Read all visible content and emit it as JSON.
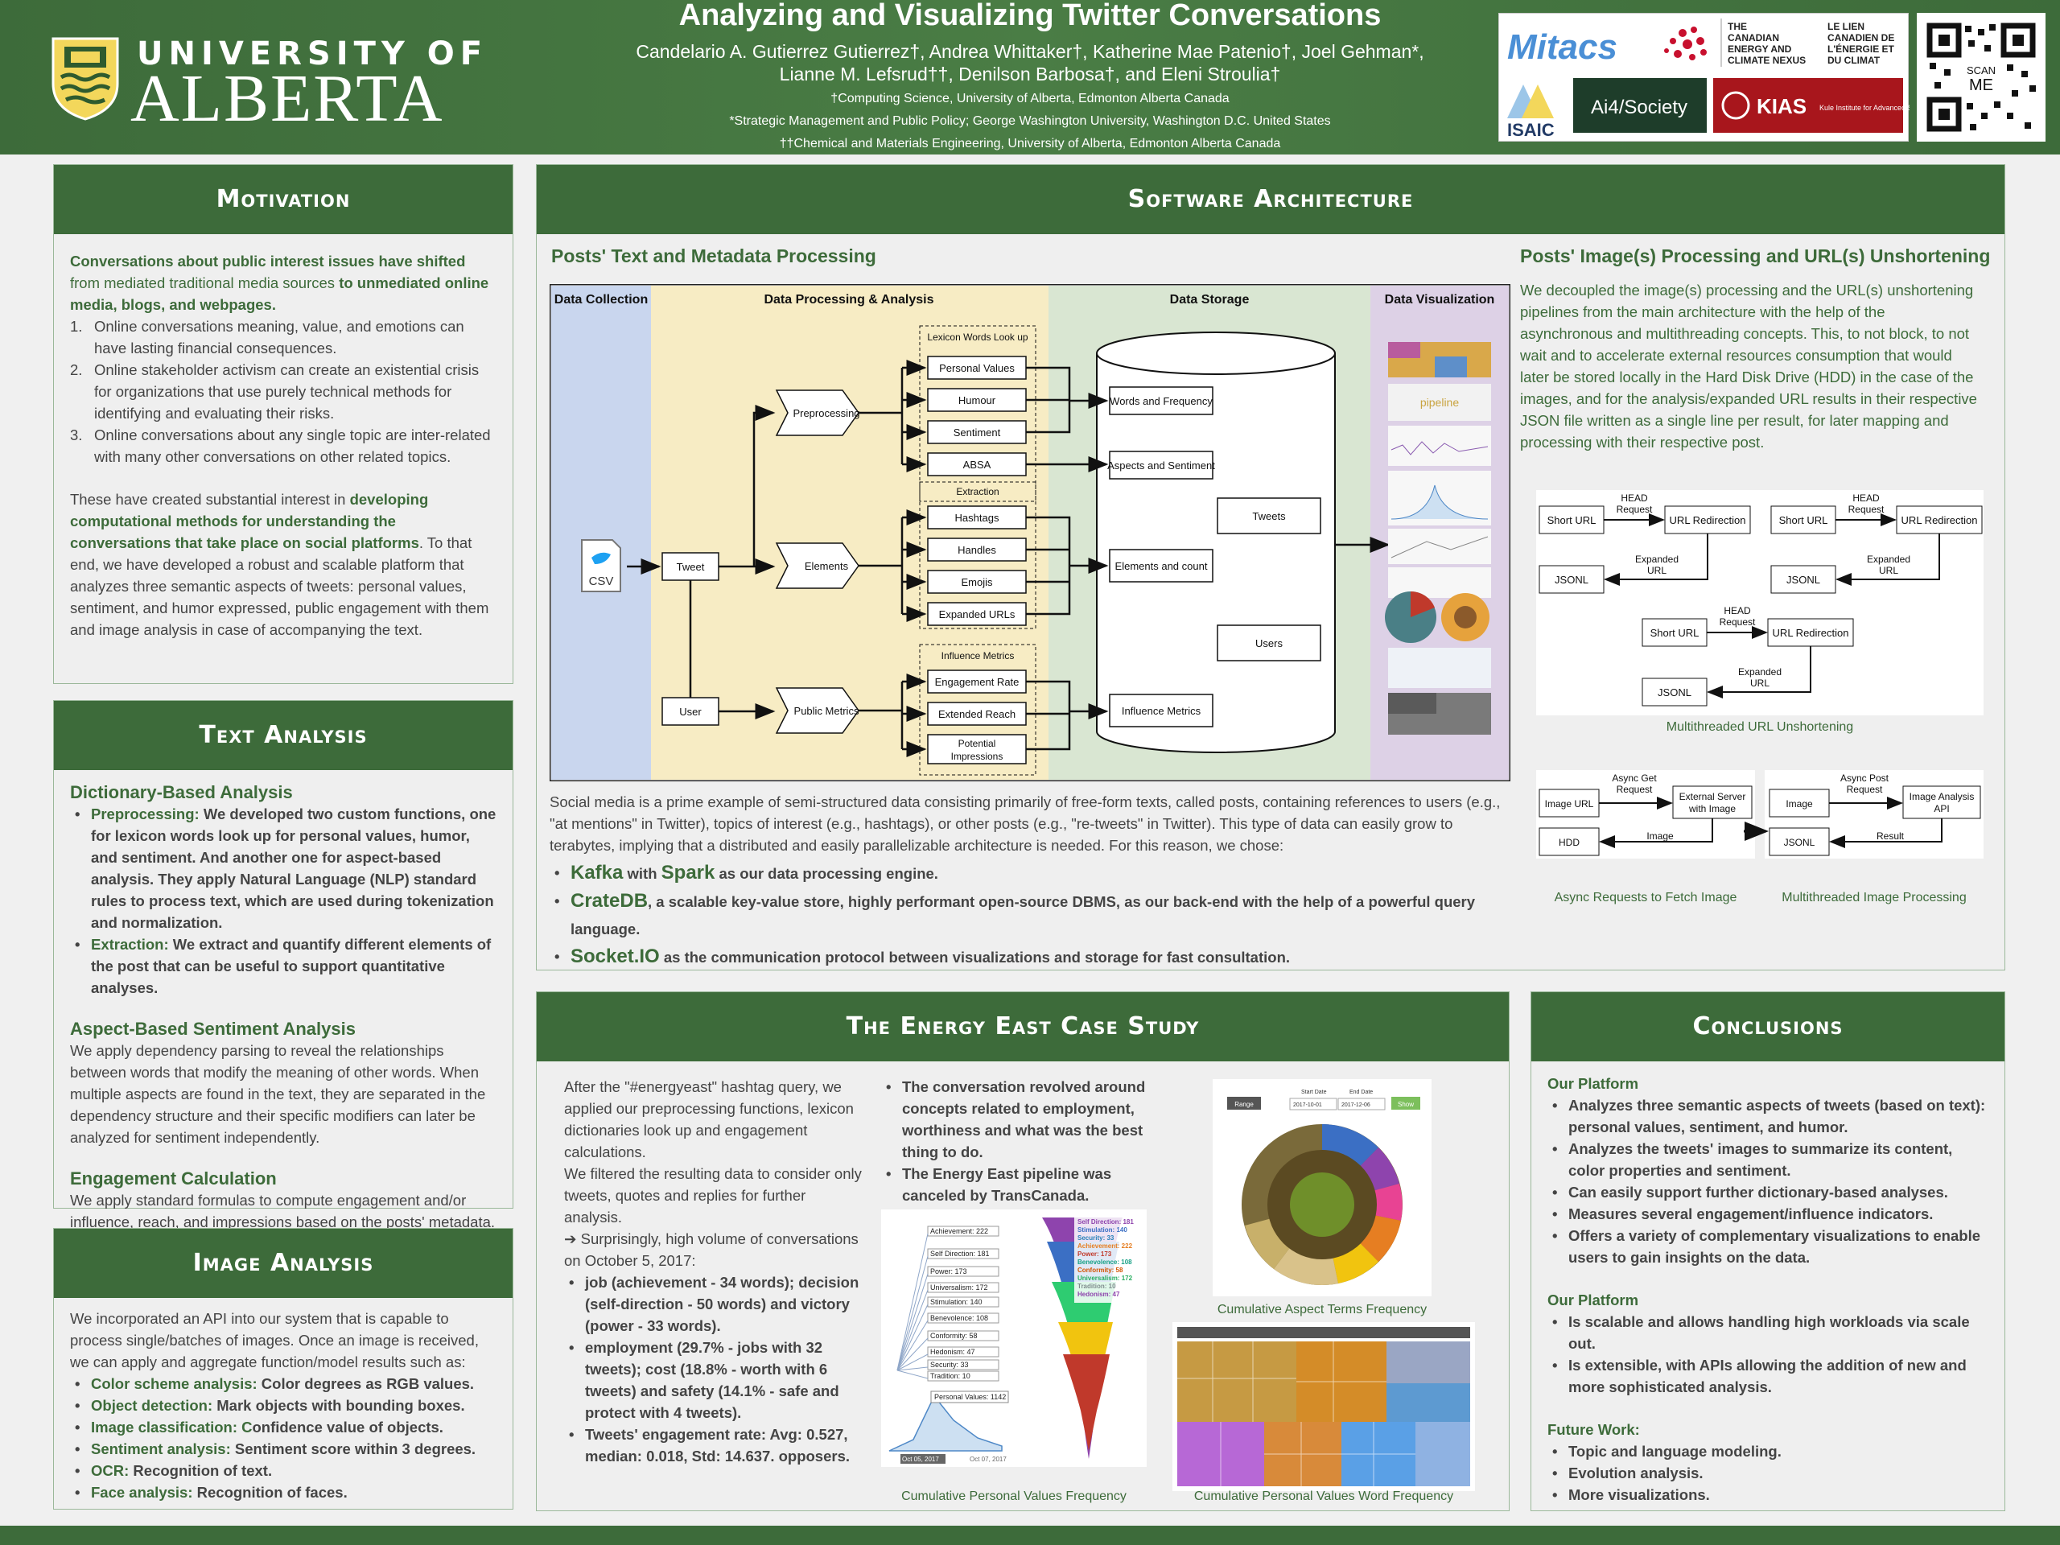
{
  "header": {
    "university_top": "UNIVERSITY OF",
    "university_main": "ALBERTA",
    "title": "Analyzing and Visualizing Twitter Conversations",
    "authors_line1": "Candelario A. Gutierrez Gutierrez†, Andrea Whittaker†, Katherine Mae Patenio†, Joel Gehman*,",
    "authors_line2": "Lianne M. Lefsrud††, Denilson Barbosa†, and Eleni Stroulia†",
    "affiliations": [
      "†Computing Science, University of Alberta, Edmonton Alberta Canada",
      "*Strategic Management and Public Policy; George Washington University, Washington D.C. United States",
      "††Chemical and Materials Engineering, University of Alberta, Edmonton Alberta Canada"
    ],
    "sponsors": {
      "mitacs": "Mitacs",
      "nexus_en": [
        "THE",
        "CANADIAN",
        "ENERGY AND",
        "CLIMATE NEXUS"
      ],
      "nexus_fr": [
        "LE LIEN",
        "CANADIEN DE",
        "L'ÉNERGIE ET",
        "DU CLIMAT"
      ],
      "isaic": "ISAIC",
      "ai4": "Ai4/Society",
      "kias": "KIAS",
      "kias_sub": "Kule Institute for Advanced Study"
    },
    "qr_label": [
      "SCAN",
      "ME"
    ]
  },
  "motivation": {
    "heading": "Motivation",
    "intro_bold1": "Conversations about public interest issues have shifted",
    "intro_plain": " from mediated  traditional media sources ",
    "intro_bold2": "to unmediated online media, blogs, and webpages.",
    "items": [
      "Online conversations meaning, value, and emotions can have lasting financial consequences.",
      "Online stakeholder activism can create an existential crisis for organizations that use purely technical methods for identifying and evaluating their risks.",
      "Online conversations about any single topic are inter-related with many other conversations on other related topics."
    ],
    "para2_a": "These have created substantial interest in ",
    "para2_bold": "developing computational methods for understanding the conversations that take place on social platforms",
    "para2_b": ". To that end, we have developed a robust and scalable platform that analyzes three semantic aspects of tweets: personal values, sentiment, and humor expressed, public engagement with them and image analysis in case of accompanying the text."
  },
  "text_analysis": {
    "heading": "Text Analysis",
    "dict_title": "Dictionary-Based Analysis",
    "pre_label": "Preprocessing:",
    "pre_text1": " We developed two custom functions, one for lexicon words look up for ",
    "pre_b1": "personal values",
    "pre_c1": ", ",
    "pre_b2": "humor",
    "pre_c2": ", and ",
    "pre_b3": "sentiment",
    "pre_text2": ". And another one for aspect-based analysis. They apply Natural Language (NLP) standard rules to process text, which are used during tokenization and normalization.",
    "ext_label": "Extraction:",
    "ext_text": " We extract and quantify different elements of the post that can be useful to support quantitative analyses.",
    "absa_title": "Aspect-Based Sentiment Analysis",
    "absa_text": "We apply dependency parsing to reveal the relationships between words that modify the meaning of other words. When multiple aspects are  found in the text, they are separated in the dependency structure and their specific modifiers can later be analyzed for sentiment independently.",
    "eng_title": "Engagement Calculation",
    "eng_text": "We apply standard formulas to compute engagement and/or influence, reach, and impressions based on the posts' metadata."
  },
  "image_analysis": {
    "heading": "Image Analysis",
    "intro": "We incorporated an API into our system that is capable to process single/batches of images. Once an image is received, we can apply and aggregate function/model results such as:",
    "items": [
      {
        "label": "Color scheme analysis:",
        "text": " Color degrees as RGB values."
      },
      {
        "label": "Object detection:",
        "text": " Mark objects with bounding boxes."
      },
      {
        "label": "Image classification: C",
        "text": "onfidence value of objects."
      },
      {
        "label": "Sentiment analysis:",
        "text": " Sentiment score within 3 degrees."
      },
      {
        "label": "OCR:",
        "text": " Recognition of text."
      },
      {
        "label": "Face analysis:",
        "text": " Recognition of faces."
      }
    ]
  },
  "software": {
    "heading": "Software Architecture",
    "left_title": "Posts' Text and Metadata Processing",
    "lanes": [
      "Data Collection",
      "Data Processing & Analysis",
      "Data Storage",
      "Data Visualization"
    ],
    "nodes": {
      "csv": "CSV",
      "tweet": "Tweet",
      "user": "User",
      "preprocessing": "Preprocessing",
      "elements": "Elements",
      "public_metrics": "Public Metrics",
      "lexicon_group": "Lexicon Words Look up",
      "personal_values": "Personal Values",
      "humour": "Humour",
      "sentiment": "Sentiment",
      "absa": "ABSA",
      "extraction_group": "Extraction",
      "hashtags": "Hashtags",
      "handles": "Handles",
      "emojis": "Emojis",
      "expanded_urls": "Expanded URLs",
      "influence_group": "Influence Metrics",
      "engagement_rate": "Engagement Rate",
      "extended_reach": "Extended Reach",
      "potential_1": "Potential",
      "potential_2": "Impressions",
      "words_freq": "Words and Frequency",
      "aspects_sent": "Aspects and Sentiment",
      "elements_count": "Elements and count",
      "influence_metrics": "Influence Metrics",
      "tweets": "Tweets",
      "users": "Users"
    },
    "body": "Social media is a prime example of semi-structured data consisting primarily of free-form texts, called posts, containing references to users (e.g., \"at mentions\" in Twitter), topics of interest (e.g., hashtags), or other posts (e.g., \"re-tweets\" in Twitter). This type of data can easily grow to terabytes, implying that a distributed and easily parallelizable architecture is needed. For this reason, we chose:",
    "choices": [
      {
        "bold": "Kafka",
        "mid": " with ",
        "bold2": "Spark",
        "rest": " as our data processing engine."
      },
      {
        "bold": "CrateDB",
        "mid": "",
        "bold2": "",
        "rest": ", a scalable key-value store, highly performant open-source DBMS, as our back-end with the help of a powerful query language."
      },
      {
        "bold": "Socket.IO",
        "mid": "",
        "bold2": "",
        "rest": " as the communication protocol between visualizations and storage for fast consultation."
      }
    ],
    "right_title": "Posts' Image(s) Processing and URL(s) Unshortening",
    "right_body": "We decoupled the image(s) processing and the URL(s) unshortening pipelines from the main architecture with the help of the asynchronous and multithreading concepts. This, to not block, to not wait and to accelerate external resources consumption that would later be stored locally in the Hard Disk Drive (HDD) in the case of the images, and for the analysis/expanded URL results in their respective JSON file written as a single line per result, for later mapping and processing with their respective post.",
    "url_diagram": {
      "short_url": "Short URL",
      "head": "HEAD",
      "request": "Request",
      "redirect": "URL Redirection",
      "jsonl": "JSONL",
      "expanded": "Expanded",
      "url": "URL"
    },
    "url_caption": "Multithreaded URL Unshortening",
    "img_diagram": {
      "image_url": "Image URL",
      "async_get": "Async Get",
      "request": "Request",
      "ext_server_1": "External Server",
      "ext_server_2": "with Image",
      "hdd": "HDD",
      "image": "Image",
      "async_post": "Async Post",
      "api_1": "Image Analysis",
      "api_2": "API",
      "jsonl": "JSONL",
      "result": "Result"
    },
    "img_caption_left": "Async Requests to Fetch Image",
    "img_caption_right": "Multithreaded Image Processing"
  },
  "energy_east": {
    "heading": "The Energy East Case Study",
    "col1_p1": "After the \"#energyeast\" hashtag query, we applied our preprocessing functions, lexicon dictionaries look up and engagement calculations.",
    "col1_p2": "We filtered the resulting data to consider only tweets, quotes and replies for further analysis.",
    "col1_p3": "➔ Surprisingly, high volume of conversations on October 5, 2017:",
    "col1_items": [
      "job (achievement - 34 words); decision (self-direction - 50 words) and victory (power - 33 words).",
      "employment (29.7% - jobs with 32 tweets); cost (18.8% - worth with 6 tweets) and safety (14.1% - safe and protect with 4 tweets).",
      "Tweets' engagement rate: Avg: 0.527, median: 0.018, Std: 14.637. opposers."
    ],
    "col2_items": [
      "The conversation revolved around concepts related to employment, worthiness and what was the best thing to do.",
      "The Energy East pipeline was canceled by TransCanada."
    ],
    "pv_labels": [
      "Achievement: 222",
      "Self Direction: 181",
      "Power: 173",
      "Universalism: 172",
      "Stimulation: 140",
      "Benevolence: 108",
      "Conformity: 58",
      "Hedonism: 47",
      "Security: 33",
      "Tradition: 10"
    ],
    "pv_pop": "Personal Values: 1142",
    "pv_dates": [
      "Oct 05, 2017",
      "Oct 07, 2017"
    ],
    "stream_legend": [
      "Self Direction: 181",
      "Stimulation: 140",
      "Security: 33",
      "Achievement: 222",
      "Power: 173",
      "Benevolence: 108",
      "Conformity: 58",
      "Universalism: 172",
      "Tradition: 10",
      "Hedonism: 47"
    ],
    "caption_pv": "Cumulative Personal Values Frequency",
    "caption_aspect": "Cumulative Aspect Terms Frequency",
    "caption_word": "Cumulative Personal Values Word Frequency",
    "sunburst_controls": {
      "start": "Start Date",
      "end": "End Date",
      "start_val": "2017-10-01",
      "end_val": "2017-12-06",
      "show": "Show",
      "range": "Range"
    }
  },
  "conclusions": {
    "heading": "Conclusions",
    "sec1_title": "Our Platform",
    "sec1_items": [
      "Analyzes three semantic aspects of tweets (based on text): personal values, sentiment, and humor.",
      "Analyzes the tweets' images to summarize its content, color properties and sentiment.",
      "Can easily support further dictionary-based analyses.",
      "Measures several engagement/influence indicators.",
      "Offers a variety of complementary visualizations to enable users to gain insights on the data."
    ],
    "sec2_title": "Our Platform",
    "sec2_items": [
      "Is scalable and allows handling high workloads via scale out.",
      "Is extensible, with APIs allowing the addition of new and more sophisticated analysis."
    ],
    "sec3_title": "Future Work:",
    "sec3_items": [
      "Topic and language modeling.",
      "Evolution analysis.",
      "More visualizations."
    ]
  },
  "colors": {
    "header_green": "#3d6b3a",
    "lane_collection": "#c9d6ee",
    "lane_processing": "#f7ecc4",
    "lane_storage": "#d9e6d2",
    "lane_viz": "#ddd1e6"
  }
}
